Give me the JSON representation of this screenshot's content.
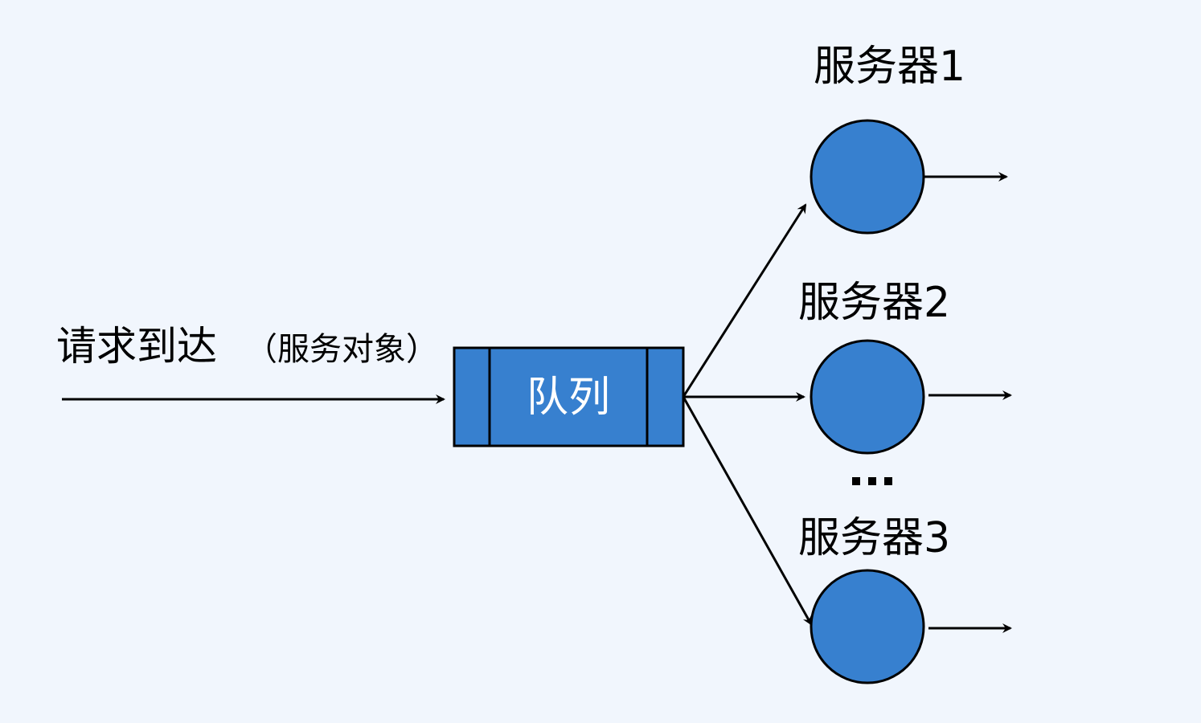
{
  "colors": {
    "background": "#f1f6fd",
    "node_fill": "#3780cf",
    "stroke": "#000000",
    "queue_text": "#ffffff"
  },
  "input": {
    "label_main": "请求到达",
    "label_sub": "（服务对象）"
  },
  "queue": {
    "label": "队列"
  },
  "servers": [
    {
      "label": "服务器1"
    },
    {
      "label": "服务器2"
    },
    {
      "label": "服务器3"
    }
  ],
  "ellipsis": "..."
}
